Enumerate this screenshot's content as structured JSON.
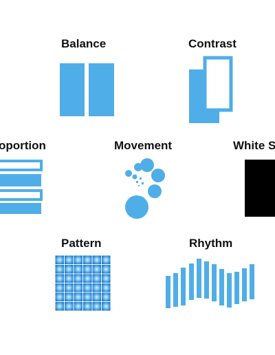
{
  "labels": {
    "balance": "Balance",
    "contrast": "Contrast",
    "proportion": "oportion",
    "movement": "Movement",
    "white_space": "White S",
    "pattern": "Pattern",
    "rhythm": "Rhythm"
  },
  "colors": {
    "accent": "#4FAEE8",
    "accent_dark": "#1D6FC4",
    "black": "#000000",
    "white": "#FFFFFF"
  }
}
